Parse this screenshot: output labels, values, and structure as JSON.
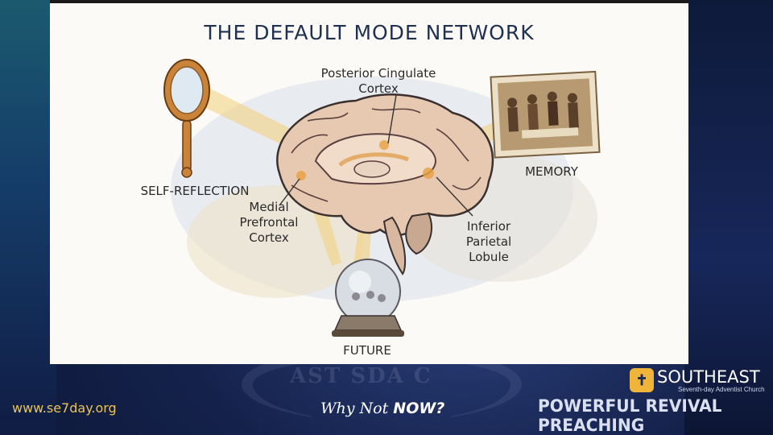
{
  "slide": {
    "title": "THE DEFAULT MODE NETWORK",
    "labels": {
      "pcc": "Posterior Cingulate\nCortex",
      "memory": "MEMORY",
      "self_reflection": "SELF-REFLECTION",
      "mpfc": "Medial\nPrefrontal\nCortex",
      "ipl": "Inferior\nParietal\nLobule",
      "future": "FUTURE"
    }
  },
  "footer": {
    "url": "www.se7day.org",
    "tagline_script": "Why Not",
    "tagline_bold": "NOW?",
    "brand_name": "SOUTHEAST",
    "brand_subtitle": "Seventh-day Adventist Church",
    "banner": "POWERFUL REVIVAL PREACHING"
  },
  "colors": {
    "gold": "#e8c45a",
    "title_navy": "#1f3050",
    "glow": "#f0c060"
  }
}
